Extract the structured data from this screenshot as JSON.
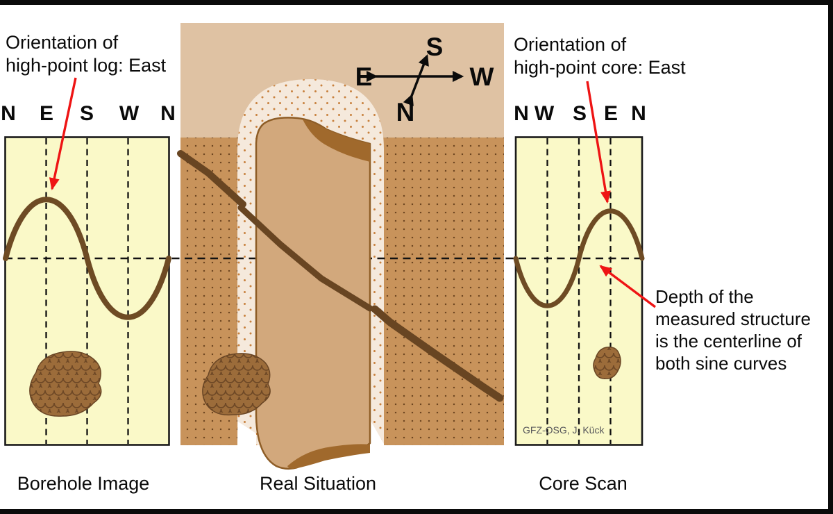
{
  "annotations": {
    "log_orientation": "Orientation of\nhigh-point log: East",
    "core_orientation": "Orientation of\nhigh-point core: East",
    "depth_note": "Depth of the\nmeasured structure\nis the centerline of\nboth sine curves"
  },
  "compass": {
    "top": "S",
    "left": "E",
    "right": "W",
    "bottom": "N"
  },
  "panels": {
    "borehole": {
      "caption": "Borehole Image",
      "scale": [
        "N",
        "E",
        "S",
        "W",
        "N"
      ],
      "high_point": "East"
    },
    "real": {
      "caption": "Real Situation"
    },
    "core": {
      "caption": "Core Scan",
      "scale": [
        "N",
        "W",
        "S",
        "E",
        "N"
      ],
      "high_point": "East",
      "credit": "GFZ-OSG, J. Kück"
    }
  },
  "colors": {
    "arrow_red": "#ee1414",
    "panel_yellow": "#faf9c8",
    "rock_brown": "#c8935b",
    "rock_dot": "#6e4621",
    "annulus_cream": "#f5e9dc",
    "annulus_dot": "#c8813e",
    "core_tan": "#d2a87c",
    "core_outline": "#8e5d26",
    "core_patch": "#a0692c",
    "fracture_brown": "#684522",
    "sine_brown": "#6e4b24",
    "upper_band_tan": "#dfc2a3",
    "blob_brown": "#9c6c3a",
    "frame_black": "#0b0b0b"
  }
}
